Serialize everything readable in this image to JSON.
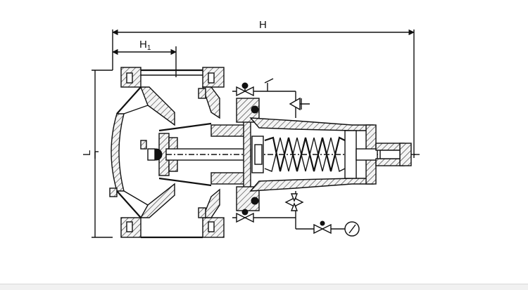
{
  "dimensions": {
    "overall_length_label": "H",
    "inlet_length_label": "H",
    "inlet_length_subscript": "1",
    "height_label": "L"
  },
  "colors": {
    "ink": "#111111",
    "background": "#ffffff"
  },
  "icons": {
    "gauge": "pressure-gauge-icon",
    "needle_valve": "needle-valve-icon",
    "ball_valve": "ball-valve-icon",
    "check_valve": "check-valve-icon"
  }
}
